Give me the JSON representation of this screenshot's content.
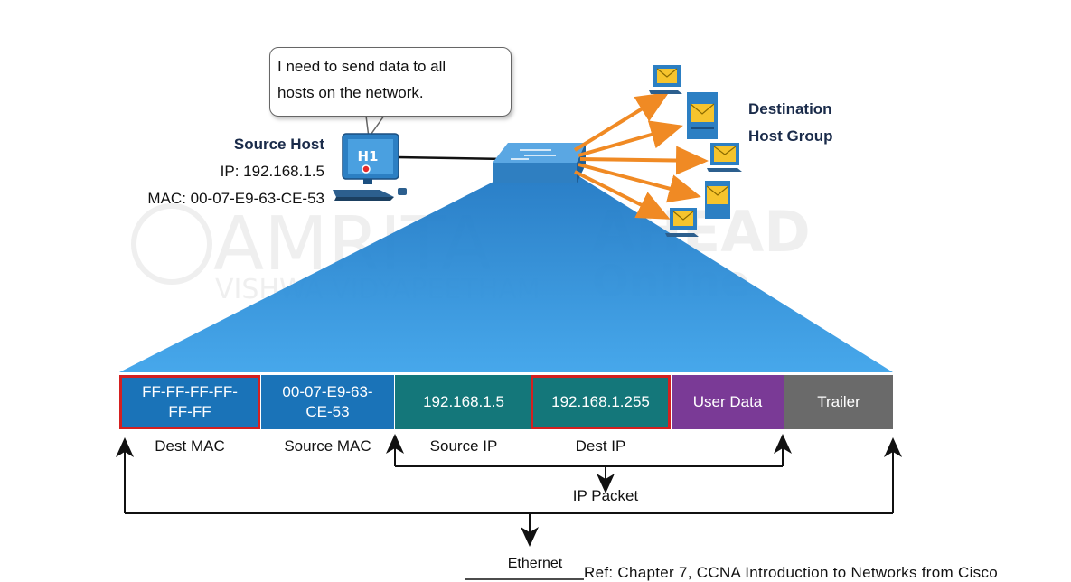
{
  "speech_bubble": {
    "line1": "I need to send data to all",
    "line2": "hosts on the network."
  },
  "source_host": {
    "title": "Source Host",
    "ip": "IP: 192.168.1.5",
    "mac": "MAC: 00-07-E9-63-CE-53",
    "pc_label": "H1"
  },
  "destination": {
    "title_line1": "Destination",
    "title_line2": "Host Group"
  },
  "frame": {
    "fields": [
      {
        "text_line1": "FF-FF-FF-FF-",
        "text_line2": "FF-FF",
        "label": "Dest MAC",
        "color": "#1a73b8",
        "highlighted": true
      },
      {
        "text_line1": "00-07-E9-63-",
        "text_line2": "CE-53",
        "label": "Source MAC",
        "color": "#1a73b8",
        "highlighted": false
      },
      {
        "text_line1": "192.168.1.5",
        "label": "Source IP",
        "color": "#14777a",
        "highlighted": false
      },
      {
        "text_line1": "192.168.1.255",
        "label": "Dest IP",
        "color": "#14777a",
        "highlighted": true
      },
      {
        "text_line1": "User Data",
        "color": "#7a3a96",
        "highlighted": false
      },
      {
        "text_line1": "Trailer",
        "color": "#6a6a6a",
        "highlighted": false
      }
    ],
    "highlight_color": "#d42020"
  },
  "brackets": {
    "ip_packet": "IP Packet",
    "ethernet": "Ethernet"
  },
  "reference": "Ref: Chapter 7, CCNA Introduction to Networks from Cisco",
  "watermark": {
    "line1": "AMRITA",
    "line2": "VISHWA VIDYAPEETHAM",
    "line3": "AHEAD",
    "line4": "Online"
  },
  "colors": {
    "beam": "#2a8fdc",
    "arrow": "#f08a24",
    "switch": "#2f7fc1"
  }
}
